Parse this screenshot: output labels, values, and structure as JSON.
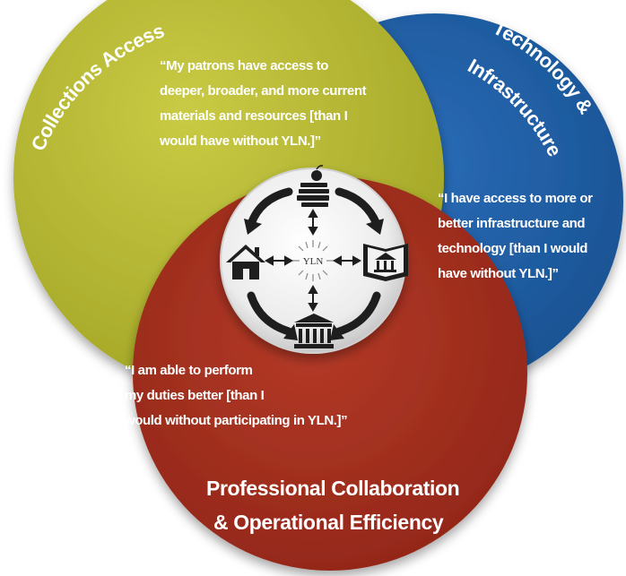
{
  "circles": {
    "collections": {
      "title": "Collections Access",
      "color": "#b3b530",
      "quote": [
        "“My patrons have access to",
        "deeper, broader, and more current",
        "materials and resources [than I",
        "would have without YLN.]”"
      ]
    },
    "technology": {
      "title_line1": "Technology &",
      "title_line2": "Infrastructure",
      "color": "#1f5ea8",
      "quote": [
        "“I have access to more or",
        "better infrastructure and",
        "technology [than I would",
        "have without YLN.]”"
      ]
    },
    "professional": {
      "title_line1": "Professional Collaboration",
      "title_line2": "& Operational Efficiency",
      "color": "#a5301f",
      "quote": [
        "“I am able to perform",
        "my duties better [than I",
        "would without participating in YLN.]”"
      ]
    }
  },
  "center": {
    "label": "YLN",
    "icons": [
      "school-books-apple-icon",
      "library-book-icon",
      "courthouse-icon",
      "home-icon"
    ]
  }
}
